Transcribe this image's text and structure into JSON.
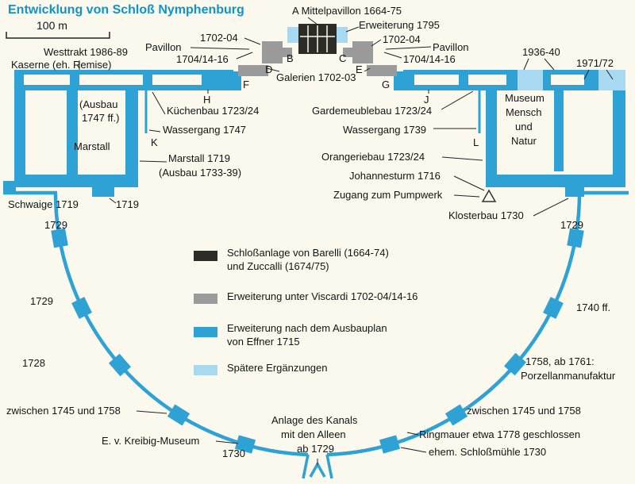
{
  "title": "Entwicklung von Schloß Nymphenburg",
  "scale_label": "100 m",
  "colors": {
    "title_teal": "#0e94c8",
    "barelli_dark": "#2d2b26",
    "viscardi_gray": "#9a9a9a",
    "effner_blue": "#2ea2d4",
    "later_light_blue": "#a8d9f0",
    "background": "#fbf9ee"
  },
  "plan_labels": {
    "mittelpavillon": "A Mittelpavillon 1664-75",
    "erweiterung_1795": "Erweiterung 1795",
    "pavillon_left_date1": "1702-04",
    "pavillon_left": "Pavillon",
    "pavillon_left_date2": "1704/14-16",
    "pavillon_right_date1": "1702-04",
    "pavillon_right": "Pavillon",
    "pavillon_right_date2": "1704/14-16",
    "westtrakt": "Westtrakt 1986-89",
    "kaserne": "Kaserne (eh. Remise)",
    "galerien": "Galerien 1702-03",
    "museum_extension_1936": "1936-40",
    "museum_extension_1971": "1971/72",
    "ausbau_1747_line1": "(Ausbau",
    "ausbau_1747_line2": "1747 ff.)",
    "kuechenbau": "Küchenbau 1723/24",
    "wassergang_1747": "Wassergang 1747",
    "marstall": "Marstall",
    "marstall_1719": "Marstall 1719",
    "marstall_ausbau": "(Ausbau 1733-39)",
    "schwaige": "Schwaige 1719",
    "marstall_wing_1719": "1719",
    "gardemeublebau": "Gardemeublebau 1723/24",
    "wassergang_1739": "Wassergang 1739",
    "orangeriebau": "Orangeriebau 1723/24",
    "johannesturm": "Johannesturm 1716",
    "zugang_pumpwerk": "Zugang zum Pumpwerk",
    "klosterbau": "Klosterbau 1730",
    "museum_line1": "Museum",
    "museum_line2": "Mensch",
    "museum_line3": "und",
    "museum_line4": "Natur"
  },
  "letters": {
    "b": "B",
    "c": "C",
    "d": "D",
    "e": "E",
    "f": "F",
    "g": "G",
    "h": "H",
    "j": "J",
    "k": "K",
    "l": "L"
  },
  "ring_labels": {
    "nw_1729": "1729",
    "ne_1729": "1729",
    "w_1729": "1729",
    "e_1740": "1740 ff.",
    "w_1728": "1728",
    "e_1758_line1": "1758, ab 1761:",
    "e_1758_line2": "Porzellanmanufaktur",
    "sw_zwischen": "zwischen 1745 und 1758",
    "se_zwischen": "zwischen 1745 und 1758",
    "kreibig_museum": "E. v. Kreibig-Museum",
    "kreibig_1730": "1730",
    "kanal_line1": "Anlage des Kanals",
    "kanal_line2": "mit den Alleen",
    "kanal_line3": "ab 1729",
    "ringmauer": "Ringmauer etwa 1778 geschlossen",
    "schlossmuehle": "ehem. Schloßmühle 1730"
  },
  "legend": {
    "barelli_line1": "Schloßanlage von Barelli (1664-74)",
    "barelli_line2": "und Zuccalli (1674/75)",
    "viscardi": "Erweiterung unter Viscardi 1702-04/14-16",
    "effner_line1": "Erweiterung nach dem Ausbauplan",
    "effner_line2": "von Effner 1715",
    "later": "Spätere Ergänzungen"
  }
}
